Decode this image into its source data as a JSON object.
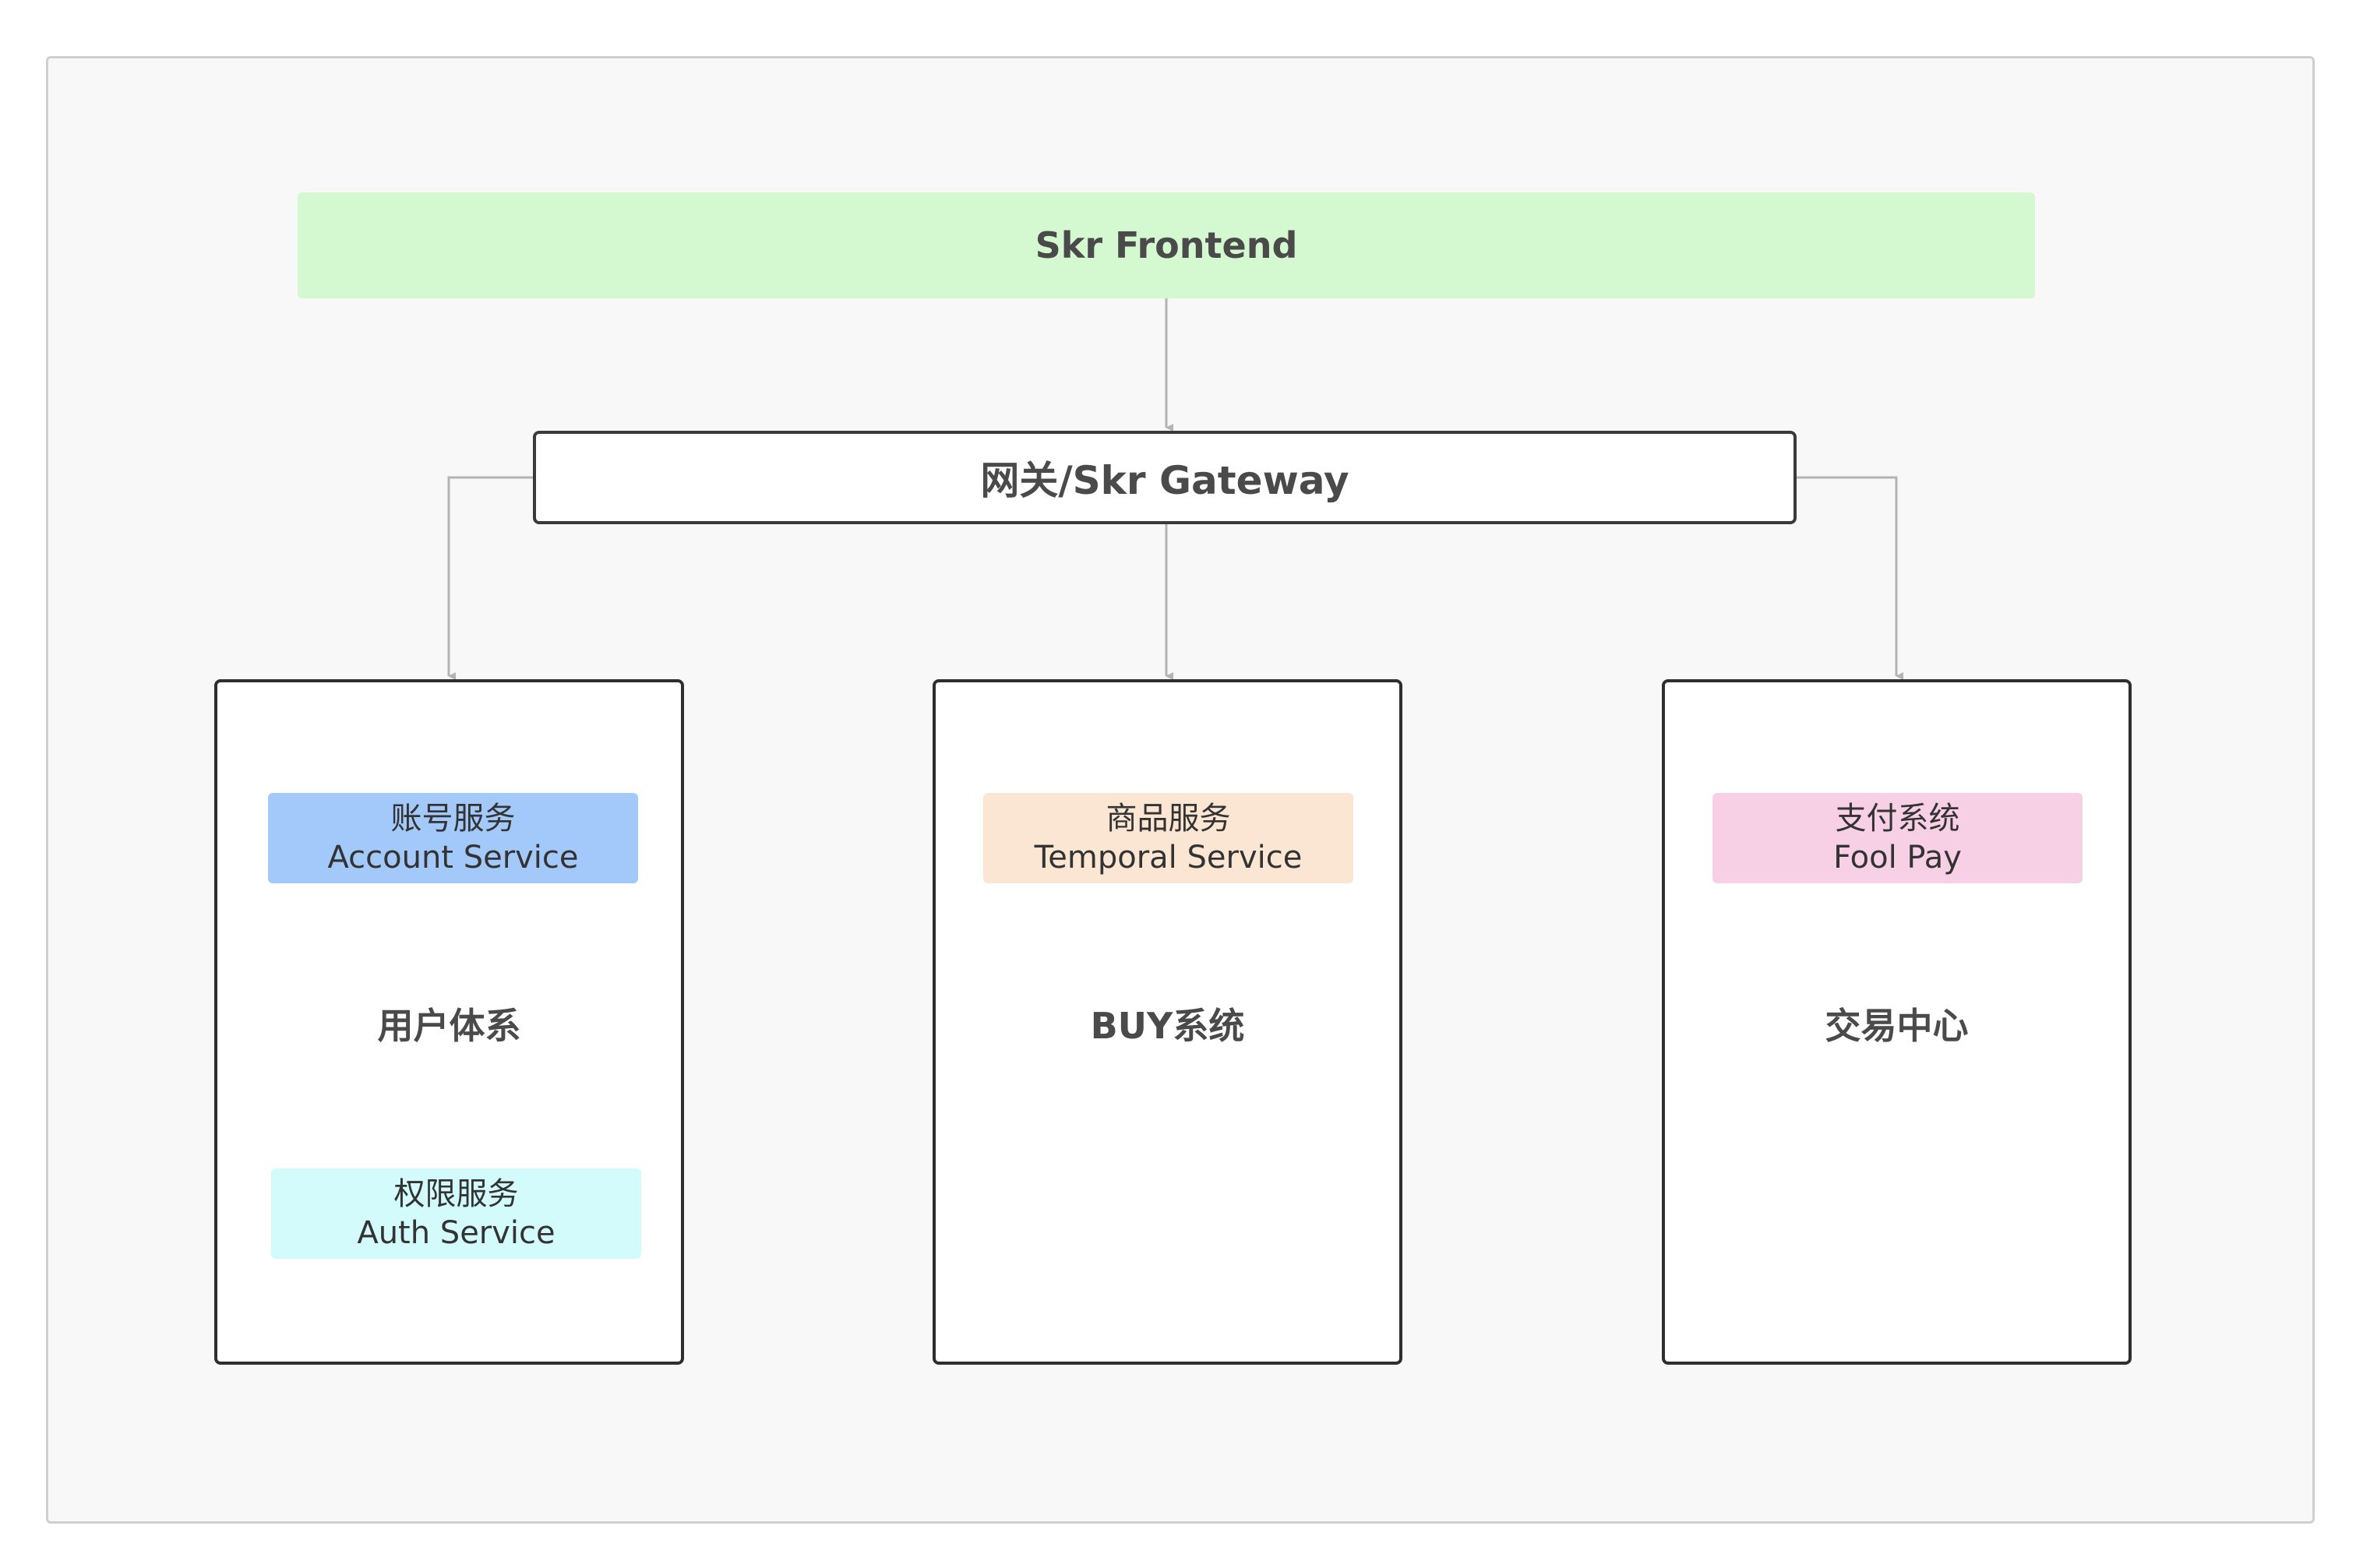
{
  "diagram": {
    "frontend": {
      "label": "Skr Frontend"
    },
    "gateway": {
      "label": "网关/Skr Gateway"
    },
    "groups": [
      {
        "title": "用户体系",
        "services": [
          {
            "line1": "账号服务",
            "line2": "Account Service"
          },
          {
            "line1": "权限服务",
            "line2": "Auth Service"
          }
        ]
      },
      {
        "title": "BUY系统",
        "services": [
          {
            "line1": "商品服务",
            "line2": "Temporal Service"
          }
        ]
      },
      {
        "title": "交易中心",
        "services": [
          {
            "line1": "支付系统",
            "line2": "Fool Pay"
          }
        ]
      }
    ],
    "colors": {
      "frontend_fill": "#d4f9d0",
      "account_fill": "#a3c8fa",
      "auth_fill": "#d3fbfb",
      "temporal_fill": "#fae6d2",
      "pay_fill": "#f8d0e6",
      "connector": "#b3b3b3",
      "border": "#2e2e2e"
    }
  }
}
